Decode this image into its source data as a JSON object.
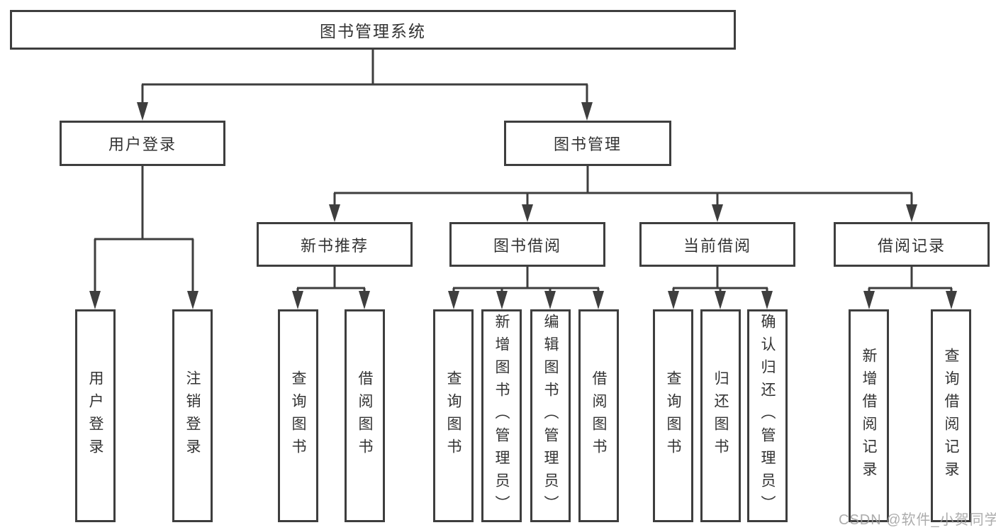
{
  "root_label": "图书管理系统",
  "branches": [
    {
      "label": "用户登录",
      "leaves": [
        "用户登录",
        "注销登录"
      ]
    },
    {
      "label": "图书管理",
      "children": [
        {
          "label": "新书推荐",
          "leaves": [
            "查询图书",
            "借阅图书"
          ]
        },
        {
          "label": "图书借阅",
          "leaves": [
            "查询图书",
            "新增图书（管理员）",
            "编辑图书（管理员）",
            "借阅图书"
          ]
        },
        {
          "label": "当前借阅",
          "leaves": [
            "查询图书",
            "归还图书",
            "确认归还（管理员）"
          ]
        },
        {
          "label": "借阅记录",
          "leaves": [
            "新增借阅记录",
            "查询借阅记录"
          ]
        }
      ]
    }
  ],
  "watermark": "CSDN @软件_小贺同学",
  "colors": {
    "line": "#3e3e3e",
    "node_border": "#3e3e3e",
    "text": "#333333",
    "background": "#ffffff",
    "watermark": "#9e9e9e"
  }
}
